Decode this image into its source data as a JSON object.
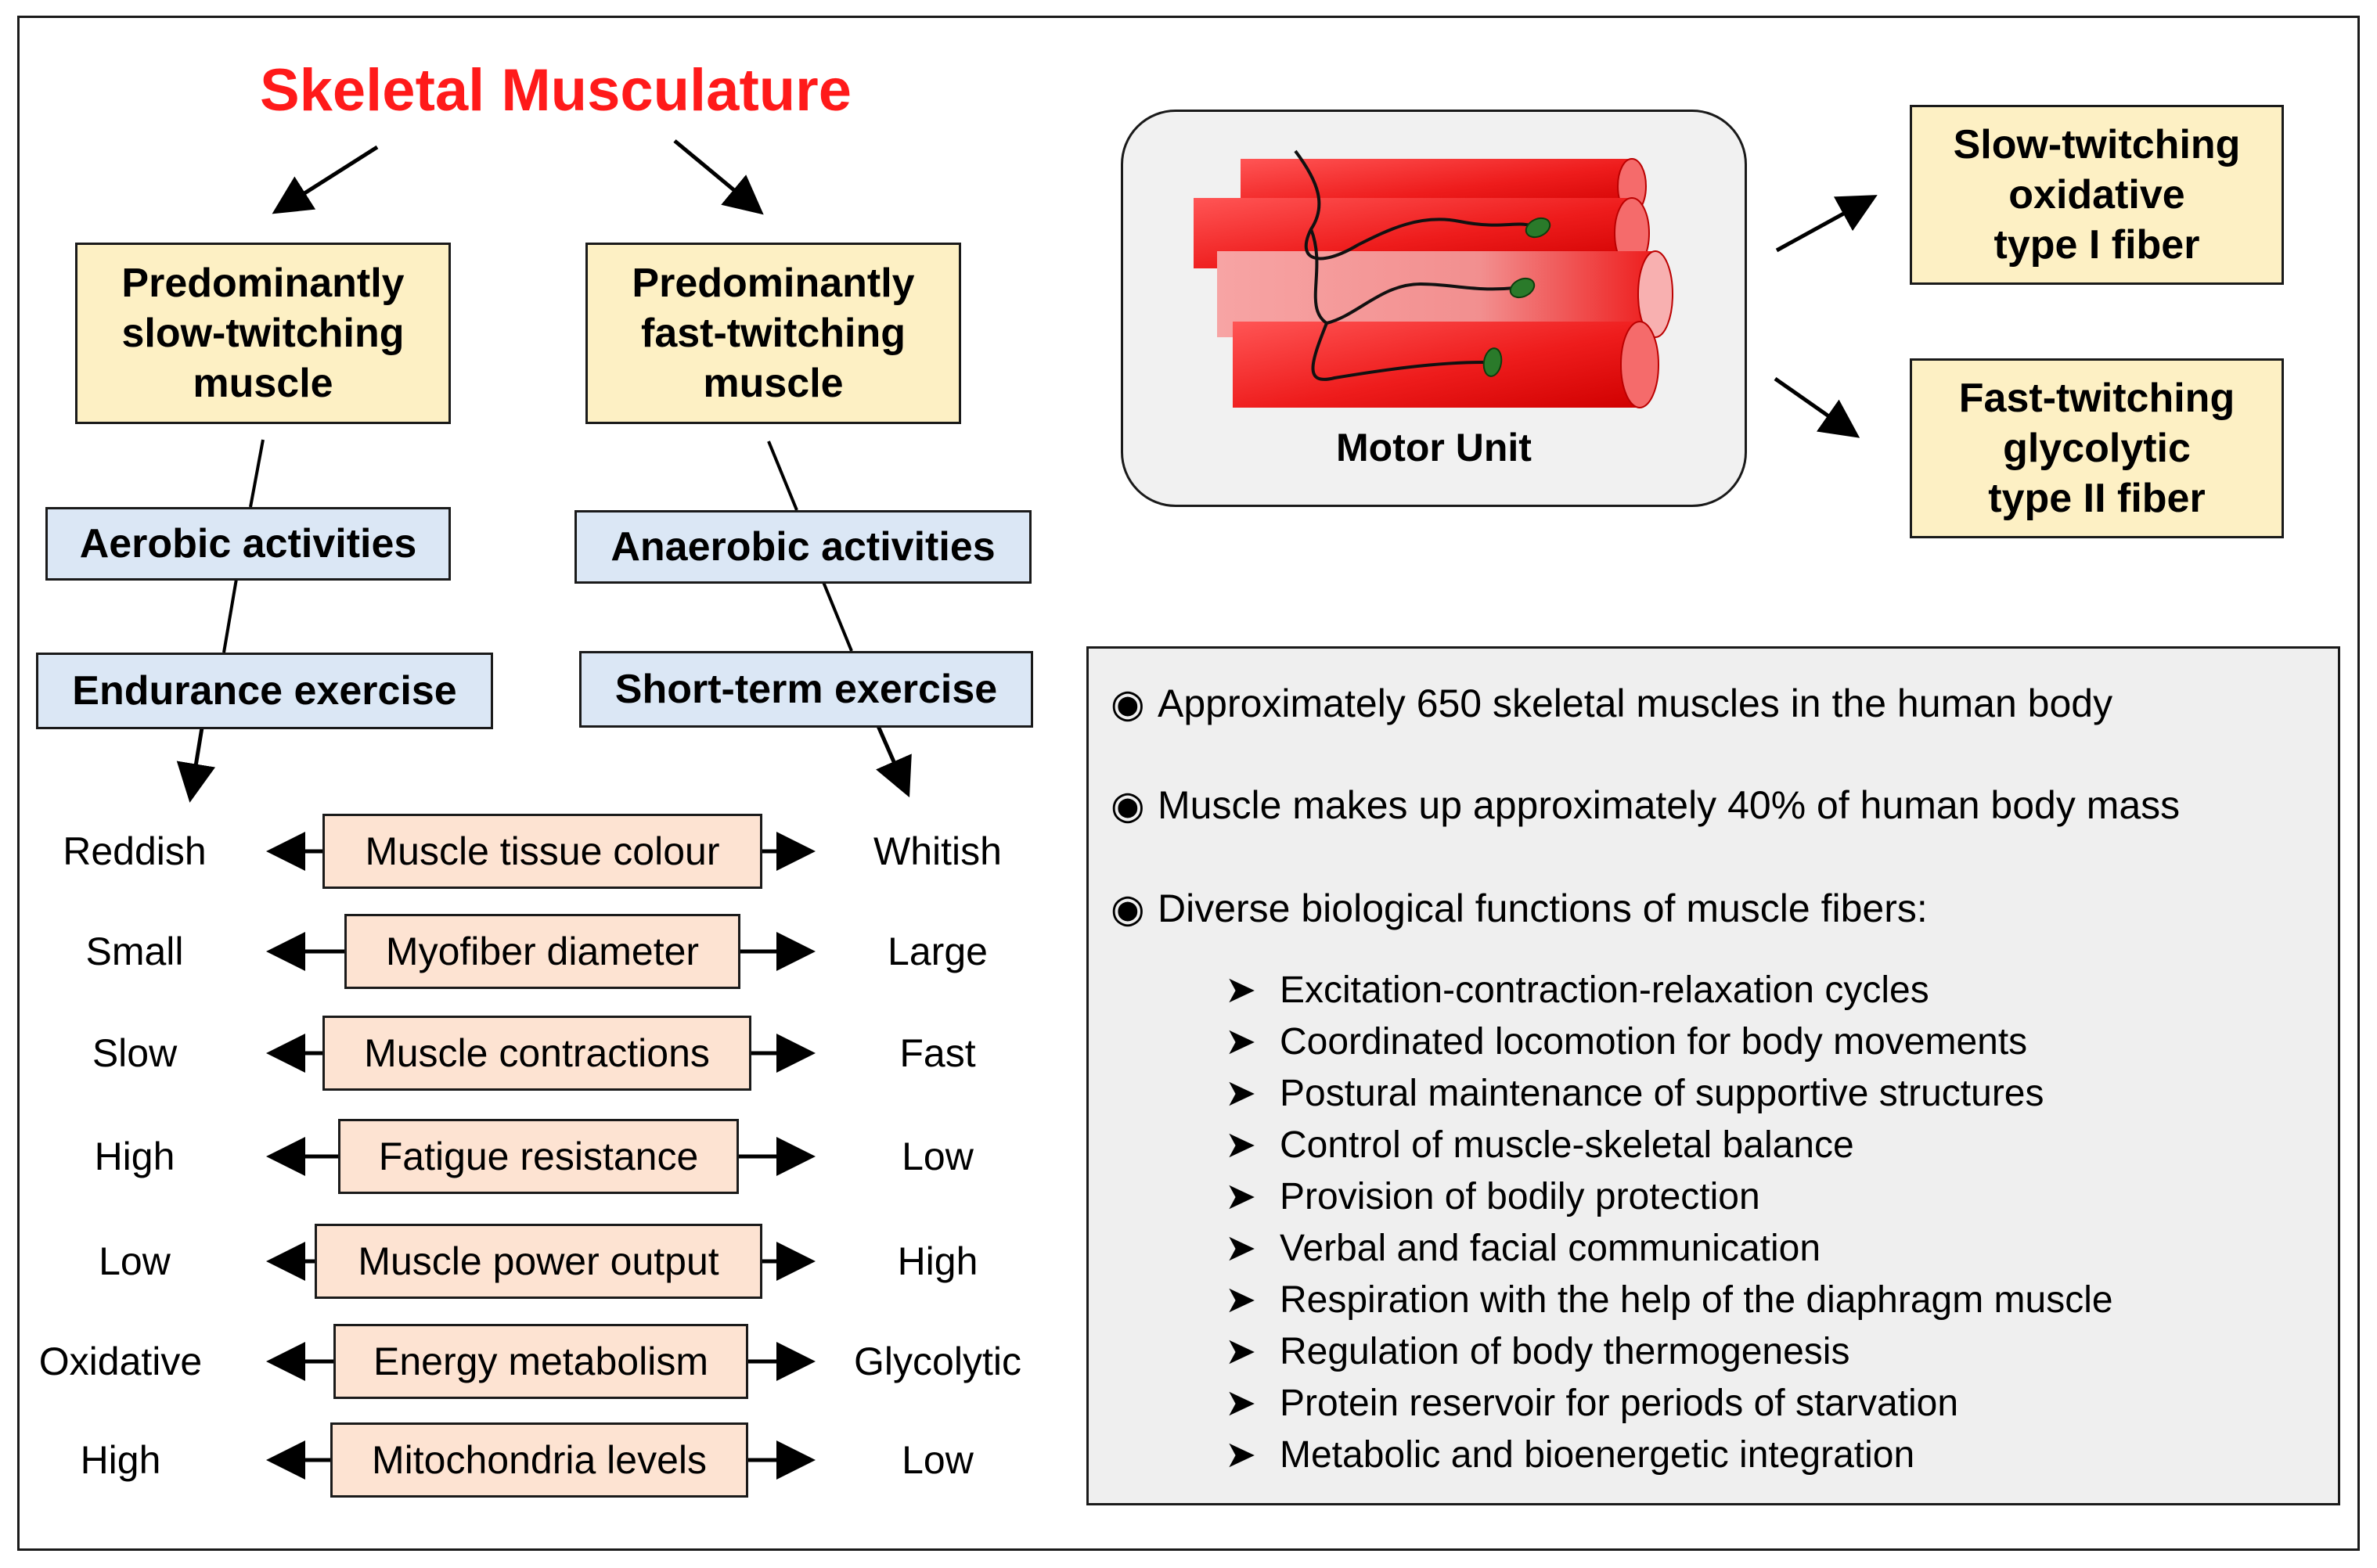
{
  "title": "Skeletal Musculature",
  "slow_muscle": "Predominantly slow-twitching muscle",
  "fast_muscle": "Predominantly fast-twitching muscle",
  "aerobic": "Aerobic activities",
  "anaerobic": "Anaerobic activities",
  "endurance": "Endurance exercise",
  "shortterm": "Short-term exercise",
  "properties": [
    {
      "label": "Muscle tissue colour",
      "left": "Reddish",
      "right": "Whitish"
    },
    {
      "label": "Myofiber diameter",
      "left": "Small",
      "right": "Large"
    },
    {
      "label": "Muscle contractions",
      "left": "Slow",
      "right": "Fast"
    },
    {
      "label": "Fatigue resistance",
      "left": "High",
      "right": "Low"
    },
    {
      "label": "Muscle power output",
      "left": "Low",
      "right": "High"
    },
    {
      "label": "Energy metabolism",
      "left": "Oxidative",
      "right": "Glycolytic"
    },
    {
      "label": "Mitochondria levels",
      "left": "High",
      "right": "Low"
    }
  ],
  "motor_unit": "Motor Unit",
  "fiber_type1": {
    "line1": "Slow-twitching",
    "line2": "oxidative",
    "line3": "type I fiber"
  },
  "fiber_type2": {
    "line1": "Fast-twitching",
    "line2": "glycolytic",
    "line3": "type II fiber"
  },
  "info": {
    "bullet_symbol": "◉",
    "sub_symbol": "➤",
    "bullets": [
      "Approximately 650 skeletal muscles in the human body",
      "Muscle makes up approximately 40% of human body mass",
      "Diverse biological functions of muscle fibers:"
    ],
    "functions": [
      "Excitation-contraction-relaxation cycles",
      "Coordinated locomotion for body movements",
      "Postural maintenance of supportive structures",
      "Control of muscle-skeletal balance",
      "Provision of bodily protection",
      "Verbal and facial communication",
      "Respiration with the help of the diaphragm muscle",
      "Regulation of body thermogenesis",
      "Protein reservoir for periods of starvation",
      "Metabolic and bioenergetic integration"
    ]
  },
  "colors": {
    "title": "#ff1a1a",
    "yellow_box": "#fdf0c4",
    "blue_box": "#dbe7f5",
    "peach_box": "#fde3d2",
    "info_bg": "#efefef",
    "muscle_red": "#ee1c1c"
  }
}
